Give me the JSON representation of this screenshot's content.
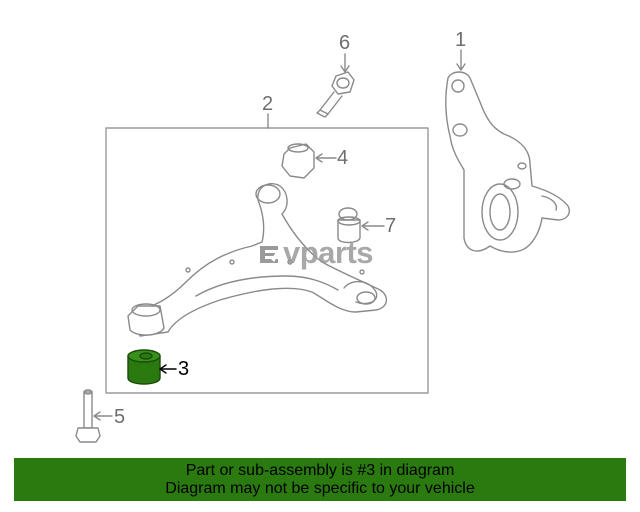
{
  "diagram": {
    "callouts": [
      {
        "id": "1",
        "label": "1"
      },
      {
        "id": "2",
        "label": "2"
      },
      {
        "id": "3",
        "label": "3",
        "highlighted": true
      },
      {
        "id": "4",
        "label": "4"
      },
      {
        "id": "5",
        "label": "5"
      },
      {
        "id": "6",
        "label": "6"
      },
      {
        "id": "7",
        "label": "7"
      }
    ],
    "highlight_color": "#2a7a10",
    "line_color": "#8a8a8a"
  },
  "watermark": {
    "text": "vparts",
    "logo_icon": "ev-logo-icon"
  },
  "banner": {
    "line1": "Part or sub-assembly is #3 in diagram",
    "line2": "Diagram may not be specific to your vehicle",
    "background": "#2a7a10"
  }
}
